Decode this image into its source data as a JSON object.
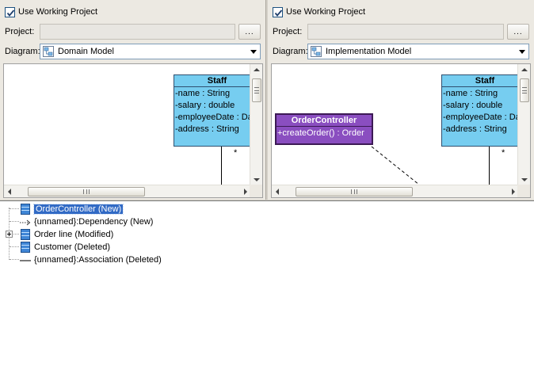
{
  "left_panel": {
    "use_working_project_label": "Use Working Project",
    "use_working_project_checked": true,
    "project_label": "Project:",
    "project_value": "",
    "browse_label": "...",
    "diagram_label": "Diagram:",
    "diagram_value": "Domain Model",
    "canvas": {
      "staff": {
        "name": "Staff",
        "attrs": [
          "-name : String",
          "-salary : double",
          "-employeeDate : Da",
          "-address : String"
        ]
      },
      "multiplicity": "*"
    }
  },
  "right_panel": {
    "use_working_project_label": "Use Working Project",
    "use_working_project_checked": true,
    "project_label": "Project:",
    "project_value": "",
    "browse_label": "...",
    "diagram_label": "Diagram:",
    "diagram_value": "Implementation Model",
    "canvas": {
      "order_controller": {
        "name": "OrderController",
        "operation": "+createOrder() : Order"
      },
      "staff": {
        "name": "Staff",
        "attrs": [
          "-name : String",
          "-salary : double",
          "-employeeDate : Da",
          "-address : String"
        ]
      },
      "multiplicity": "*"
    }
  },
  "tree": {
    "items": [
      {
        "label": "OrderController (New)",
        "icon": "class-icon",
        "selected": true
      },
      {
        "label": "{unnamed}:Dependency (New)",
        "icon": "dependency-icon"
      },
      {
        "label": "Order line (Modified)",
        "icon": "class-icon",
        "expandable": true
      },
      {
        "label": "Customer (Deleted)",
        "icon": "class-icon"
      },
      {
        "label": "{unnamed}:Association (Deleted)",
        "icon": "association-icon"
      }
    ]
  },
  "colors": {
    "class_fill": "#76cdf0",
    "controller_fill": "#8a4ec0",
    "selection": "#316ac5"
  }
}
